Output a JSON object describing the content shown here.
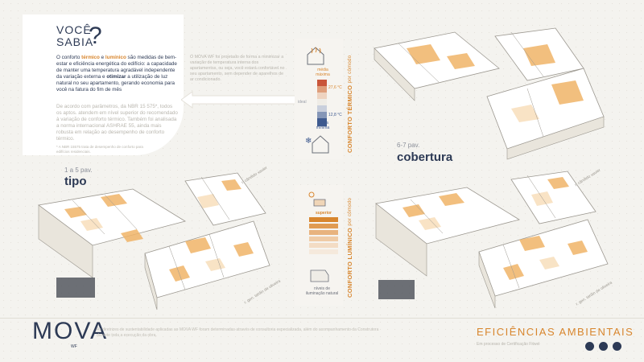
{
  "header": {
    "voce": "VOCÊ",
    "sabia": "SABIA",
    "question_mark": "?"
  },
  "intro": {
    "p1_a": "O conforto ",
    "p1_termico": "térmico",
    "p1_b": " e ",
    "p1_luminico": "lumínico",
    "p1_c": " são medidas de bem-estar e eficiência energética do edifício: a capacidade de manter uma temperatura agradável independente da variação externa e ",
    "p1_otimizar": "otimizar",
    "p1_d": " a utilização de luz natural no seu apartamento, gerando economia para você na fatura do fim de mês",
    "p2": "De acordo com parâmetros, da NBR 15 575*, todos os aptos. atendem em nível superior do recomendado à variação de conforto térmico. Também foi analisada a norma internacional ASHRAE 55, ainda mais robusta em relação ao desempenho de conforto térmico.",
    "footnote": "* A NBR 15575 trata de desempenho de conforto para edifícios residenciais."
  },
  "middle_note": "O MOVA WF foi projetado de forma a minimizar a variação de temperatura interna dos apartamentos, ou seja, você estará confortável no seu apartamento, sem depender de aparelhos de ar condicionado.",
  "thermal": {
    "vertical_title": "CONFORTO TÉRMICO",
    "vertical_sub": "por cômodo",
    "max_label": "média\nmáxima",
    "max_value": "27,6 °C",
    "ideal_label": "ideal",
    "min_label": "média\nmínima",
    "min_value": "12,8 °C"
  },
  "luminous": {
    "vertical_title": "CONFORTO LUMÍNICO",
    "vertical_sub": "por cômodo",
    "superior_label": "superior",
    "scale_label": "níveis de\niluminação natural"
  },
  "floors": {
    "tipo_range": "1 a 5 pav.",
    "tipo_name": "tipo",
    "cobertura_range": "6-7 pav.",
    "cobertura_name": "cobertura",
    "street_label_1": "r. cândido xavier",
    "street_label_2": "r. gen. tardin de oliveira",
    "street_label_3": "r. cândido xavier",
    "street_label_4": "r. gen. tardin de oliveira"
  },
  "footer": {
    "logo": "MOVA",
    "logo_sub": "WF",
    "note": "As diretrizes de sustentabilidade aplicadas ao MOVA WF foram determinadas através de consultoria especializada, além do acompanhamento da Construtora durante toda a execução da obra.",
    "title": "EFICIÊNCIAS AMBIENTAIS",
    "cert_label": "Em processo de Certificação Fitwel"
  },
  "colors": {
    "navy": "#2d3a55",
    "orange": "#d8862e",
    "hot": "#c9553a",
    "cold": "#3f5a8f"
  }
}
